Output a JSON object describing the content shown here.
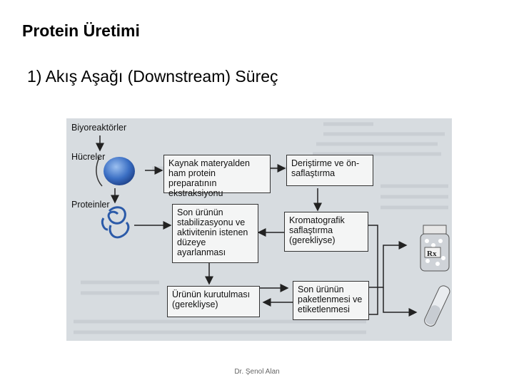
{
  "slide": {
    "title": "Protein Üretimi",
    "subtitle": "1) Akış Aşağı (Downstream) Süreç",
    "footer": "Dr. Şenol Alan"
  },
  "diagram": {
    "labels": {
      "bioreactors": "Biyoreaktörler",
      "cells": "Hücreler",
      "proteins": "Proteinler"
    },
    "steps": {
      "extraction": "Kaynak materyalden ham protein preparatının ekstraksiyonu",
      "concentration": "Deriştirme ve ön-saflaştırma",
      "chromatography": "Kromatografik saflaştırma (gerekliyse)",
      "stabilization": "Son ürünün stabilizasyonu ve aktivitenin istenen düzeye ayarlanması",
      "drying": "Ürünün kurutulması (gerekliyse)",
      "packaging": "Son ürünün paketlenmesi ve etiketlenmesi"
    }
  }
}
